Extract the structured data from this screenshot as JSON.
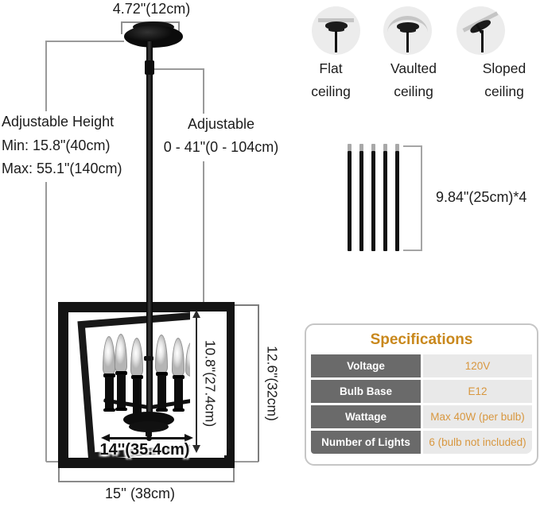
{
  "annotations": {
    "canopy_width": "4.72\"(12cm)",
    "adjustable_height": {
      "title": "Adjustable Height",
      "min": "Min: 15.8\"(40cm)",
      "max": "Max: 55.1\"(140cm)"
    },
    "rod_adjustable": {
      "label": "Adjustable",
      "range": "0 - 41\"(0 - 104cm)"
    },
    "rods_length": "9.84\"(25cm)*4",
    "inner_height": "10.8\"(27.4cm)",
    "overall_height": "12.6\"(32cm)",
    "inner_width": "14''(35.4cm)",
    "overall_width": "15''  (38cm)"
  },
  "ceiling_types": [
    {
      "line1": "Flat",
      "line2": "ceiling"
    },
    {
      "line1": "Vaulted",
      "line2": "ceiling"
    },
    {
      "line1": "Sloped",
      "line2": "ceiling"
    }
  ],
  "specifications": {
    "title": "Specifications",
    "rows": [
      {
        "label": "Voltage",
        "value": "120V"
      },
      {
        "label": "Bulb Base",
        "value": "E12"
      },
      {
        "label": "Wattage",
        "value": "Max 40W (per bulb)"
      },
      {
        "label": "Number of Lights",
        "value": "6 (bulb not included)"
      }
    ]
  },
  "colors": {
    "accent_title": "#c9881c",
    "accent_value": "#d8973f",
    "spec_label_bg": "#6a6a6a",
    "spec_value_bg": "#e9e9e9",
    "fixture_black": "#141414"
  }
}
